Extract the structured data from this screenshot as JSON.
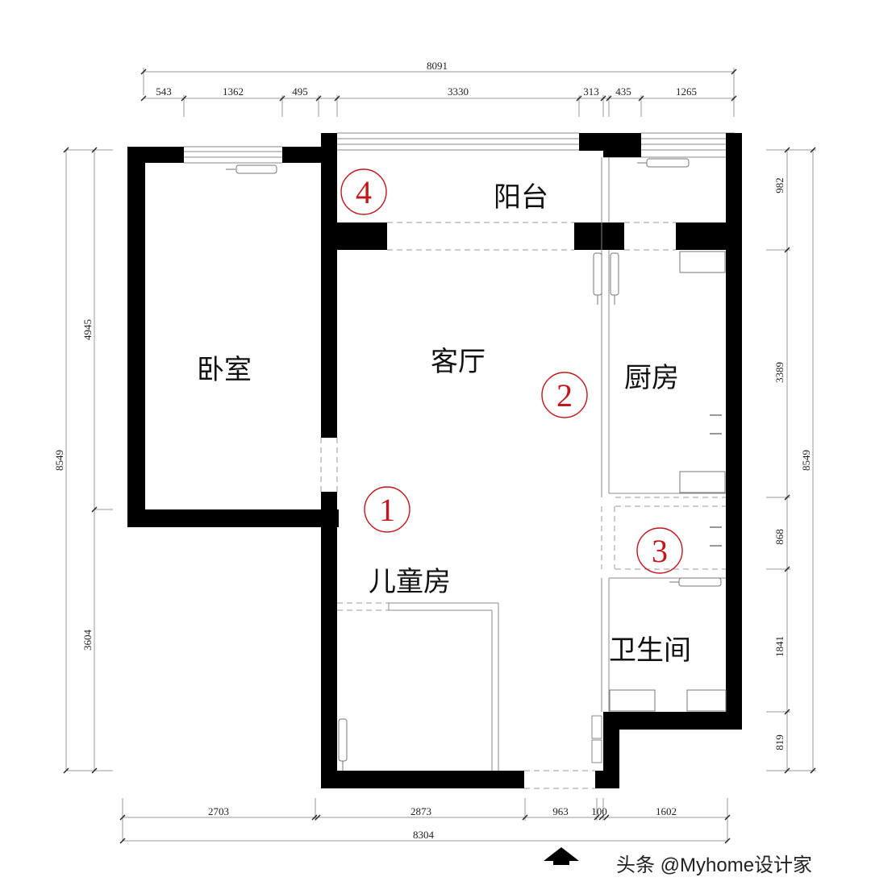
{
  "plan": {
    "rooms": {
      "bedroom": "卧室",
      "living_room": "客厅",
      "balcony": "阳台",
      "kitchen": "厨房",
      "kids_room": "儿童房",
      "bathroom": "卫生间"
    },
    "markers": [
      "1",
      "2",
      "3",
      "4"
    ],
    "marker_color": "#c0161c",
    "wall_color": "#000000"
  },
  "dimensions": {
    "top_total": "8091",
    "top_segments": [
      "543",
      "1362",
      "495",
      "3330",
      "313",
      "435",
      "1265"
    ],
    "bottom_total": "8304",
    "bottom_segments": [
      "2703",
      "2873",
      "963",
      "100",
      "1602"
    ],
    "left_total": "8549",
    "left_segments": [
      "4945",
      "3604"
    ],
    "right_total": "8549",
    "right_segments": [
      "982",
      "3389",
      "868",
      "1841",
      "819"
    ]
  },
  "footer": {
    "north_arrow": "north-arrow",
    "watermark": "头条 @Myhome设计家"
  }
}
